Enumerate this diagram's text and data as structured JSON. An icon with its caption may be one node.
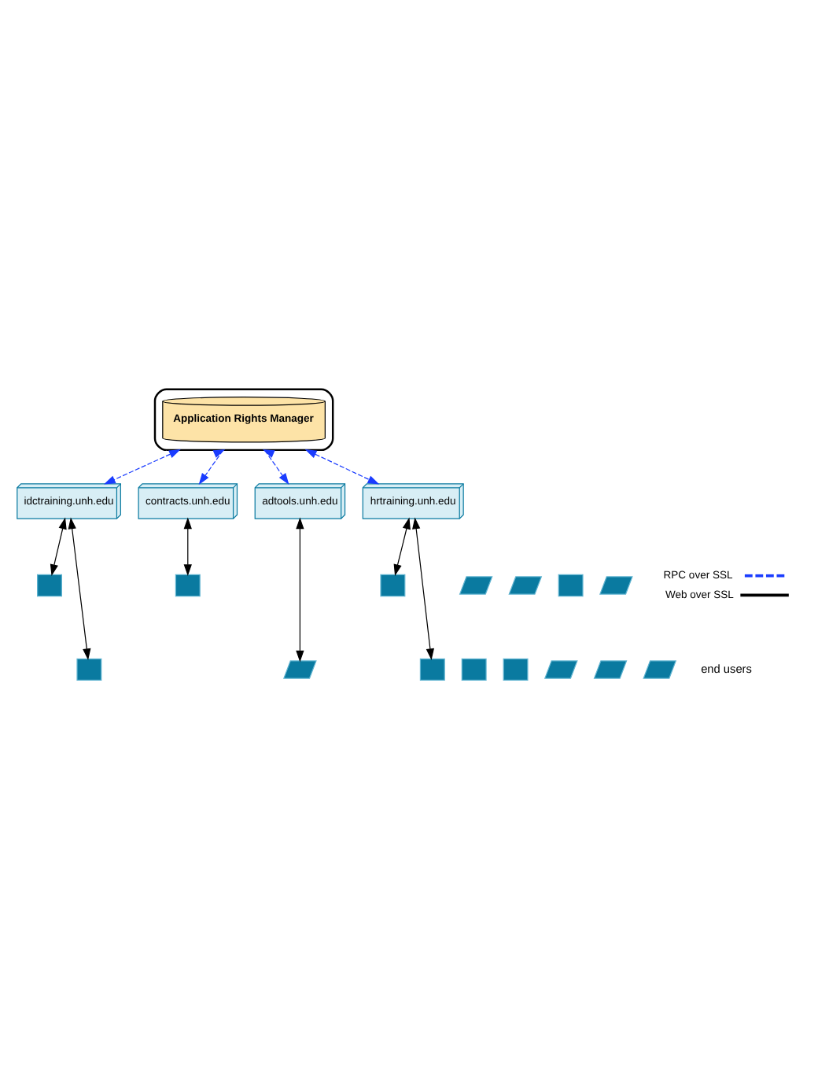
{
  "diagram": {
    "nodes": [
      {
        "text": [],
        "shape": "cloud"
      },
      {
        "text": [
          "Application Rights Manager"
        ],
        "in": 0
      },
      {
        "text": [
          "idctraining.unh.edu"
        ]
      },
      {
        "text": [
          "contracts.unh.edu"
        ]
      },
      {
        "text": [
          "adtools.unh.edu"
        ]
      },
      {
        "text": [
          "hrtraining.unh.edu"
        ]
      },
      {
        "text": [],
        "shape": "computer"
      },
      {
        "text": [],
        "shape": "laptop"
      },
      {
        "text": [],
        "shape": "computer"
      },
      {
        "text": [],
        "shape": "laptop"
      },
      {
        "text": [],
        "shape": "computer"
      },
      {
        "text": [],
        "shape": "laptop"
      },
      {
        "text": [],
        "shape": "computer"
      },
      {
        "text": [],
        "shape": "computer"
      },
      {
        "text": [],
        "shape": "laptop"
      },
      {
        "text": [],
        "shape": "computer"
      },
      {
        "text": [],
        "shape": "laptop"
      },
      {
        "text": [],
        "shape": "computer"
      },
      {
        "text": [],
        "shape": "laptop"
      },
      {
        "text": [],
        "shape": "computer"
      },
      {
        "text": [],
        "shape": "laptop"
      }
    ],
    "edges": [
      {
        "from": 0,
        "to": 2,
        "arrow": "both",
        "style": "dashed",
        "color": "#1a3cff"
      },
      {
        "from": 0,
        "to": 3,
        "arrow": "both",
        "style": "dashed",
        "color": "#1a3cff"
      },
      {
        "from": 0,
        "to": 4,
        "arrow": "both",
        "style": "dashed",
        "color": "#1a3cff"
      },
      {
        "from": 0,
        "to": 5,
        "arrow": "both",
        "style": "dashed",
        "color": "#1a3cff"
      },
      {
        "from": 2,
        "to": 6,
        "arrow": "both"
      },
      {
        "from": 2,
        "to": 19,
        "arrow": "both"
      },
      {
        "from": 3,
        "to": 8,
        "arrow": "both"
      },
      {
        "from": 4,
        "to": 14,
        "arrow": "both"
      },
      {
        "from": 5,
        "to": 17,
        "arrow": "both"
      },
      {
        "from": 5,
        "to": 12,
        "arrow": "both"
      }
    ],
    "labels": [
      "end users"
    ],
    "legend": [
      {
        "text": "RPC over SSL"
      },
      {
        "text": "Web over SSL"
      }
    ]
  }
}
